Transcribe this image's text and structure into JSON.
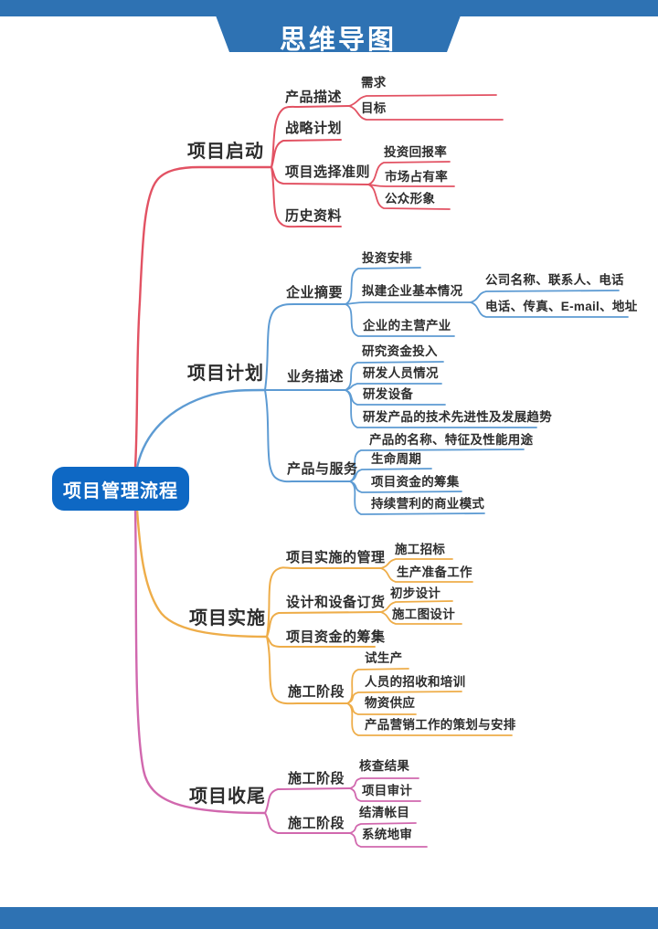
{
  "page": {
    "title": "思维导图"
  },
  "colors": {
    "banner_blue": "#2e72b3",
    "node_blue": "#0e68c4",
    "branch_red": "#e25263",
    "branch_blue": "#5d9bd3",
    "branch_yellow": "#eead49",
    "branch_magenta": "#d168ae",
    "text_dark": "#2d2d2d"
  },
  "mindmap": {
    "root": {
      "label": "项目管理流程"
    },
    "branches": [
      {
        "label": "项目启动",
        "color": "#e25263",
        "children": [
          {
            "label": "产品描述",
            "children": [
              {
                "label": "需求"
              },
              {
                "label": "目标"
              }
            ]
          },
          {
            "label": "战略计划",
            "children": []
          },
          {
            "label": "项目选择准则",
            "children": [
              {
                "label": "投资回报率"
              },
              {
                "label": "市场占有率"
              },
              {
                "label": "公众形象"
              }
            ]
          },
          {
            "label": "历史资料",
            "children": []
          }
        ]
      },
      {
        "label": "项目计划",
        "color": "#5d9bd3",
        "children": [
          {
            "label": "企业摘要",
            "children": [
              {
                "label": "投资安排"
              },
              {
                "label": "拟建企业基本情况",
                "children": [
                  {
                    "label": "公司名称、联系人、电话"
                  },
                  {
                    "label": "电话、传真、E-mail、地址"
                  }
                ]
              },
              {
                "label": "企业的主营产业"
              }
            ]
          },
          {
            "label": "业务描述",
            "children": [
              {
                "label": "研究资金投入"
              },
              {
                "label": "研发人员情况"
              },
              {
                "label": "研发设备"
              },
              {
                "label": "研发产品的技术先进性及发展趋势"
              }
            ]
          },
          {
            "label": "产品与服务",
            "children": [
              {
                "label": "产品的名称、特征及性能用途"
              },
              {
                "label": "生命周期"
              },
              {
                "label": "项目资金的筹集"
              },
              {
                "label": "持续营利的商业模式"
              }
            ]
          }
        ]
      },
      {
        "label": "项目实施",
        "color": "#eead49",
        "children": [
          {
            "label": "项目实施的管理",
            "children": [
              {
                "label": "施工招标"
              },
              {
                "label": "生产准备工作"
              }
            ]
          },
          {
            "label": "设计和设备订货",
            "children": [
              {
                "label": "初步设计"
              },
              {
                "label": "施工图设计"
              }
            ]
          },
          {
            "label": "项目资金的筹集",
            "children": []
          },
          {
            "label": "施工阶段",
            "children": [
              {
                "label": "试生产"
              },
              {
                "label": "人员的招收和培训"
              },
              {
                "label": "物资供应"
              },
              {
                "label": "产品营销工作的策划与安排"
              }
            ]
          }
        ]
      },
      {
        "label": "项目收尾",
        "color": "#d168ae",
        "children": [
          {
            "label": "施工阶段",
            "children": [
              {
                "label": "核查结果"
              },
              {
                "label": "项目审计"
              }
            ]
          },
          {
            "label": "施工阶段",
            "children": [
              {
                "label": "结清帐目"
              },
              {
                "label": "系统地审"
              }
            ]
          }
        ]
      }
    ]
  }
}
